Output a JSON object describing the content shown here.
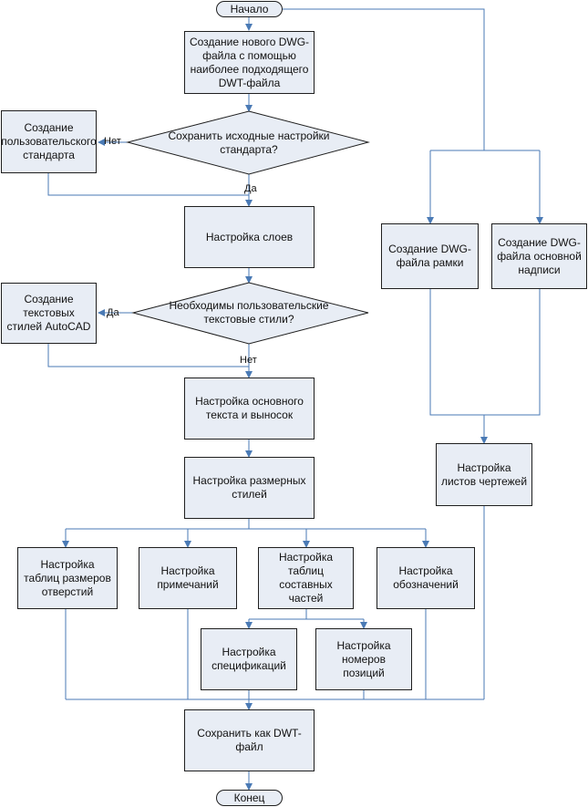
{
  "nodes": {
    "start": "Начало",
    "create_dwg": "Создание нового DWG-файла с помощью наиболее подходящего DWT-файла",
    "keep_settings": "Сохранить исходные настройки стандарта?",
    "custom_standard": "Создание пользовательского стандарта",
    "layers": "Настройка слоев",
    "need_text_styles": "Необходимы пользовательские текстовые стили?",
    "create_text_styles": "Создание текстовых стилей AutoCAD",
    "text_leaders": "Настройка основного текста и выносок",
    "dim_styles": "Настройка размерных стилей",
    "hole_tables": "Настройка таблиц размеров отверстий",
    "notes": "Настройка примечаний",
    "parts_tables": "Настройка таблиц составных частей",
    "symbols": "Настройка обозначений",
    "specs": "Настройка спецификаций",
    "balloons": "Настройка номеров позиций",
    "save_dwt": "Сохранить как DWT-файл",
    "end": "Конец",
    "frame_dwg": "Создание DWG-файла рамки",
    "title_block_dwg": "Создание DWG-файла основной надписи",
    "sheets": "Настройка листов чертежей"
  },
  "labels": {
    "no1": "Нет",
    "yes1": "Да",
    "yes2": "Да",
    "no2": "Нет"
  },
  "colors": {
    "node_fill": "#e8edf5",
    "node_border": "#1f1f1f",
    "connector": "#4a7ab5"
  }
}
